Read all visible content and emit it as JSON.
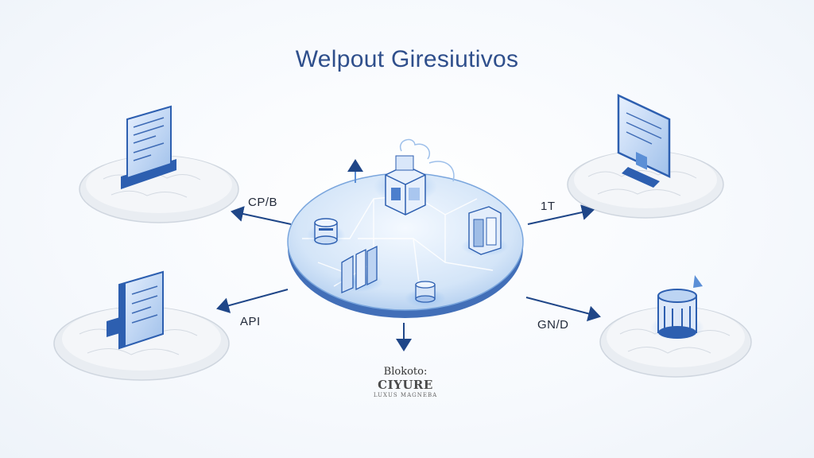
{
  "diagram": {
    "title": "Welpout Giresiutivos",
    "labels": {
      "top_left": "CP/B",
      "bottom_left": "API",
      "top_right": "1T",
      "bottom_right": "GN/D"
    },
    "caption": {
      "line1": "Blokoto:",
      "line2": "CIYURE",
      "line3": "LUXUS MAGNEBA"
    }
  },
  "colors": {
    "accent": "#2d5fb0",
    "platform_fill": "#cfe2f7",
    "cloud_fill": "#eef1f5",
    "arrow": "#1f4688"
  }
}
